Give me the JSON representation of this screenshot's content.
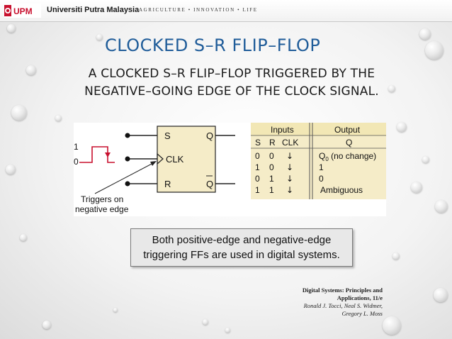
{
  "header": {
    "logo_text": "UPM",
    "university": "Universiti Putra Malaysia",
    "tagline": "AGRICULTURE • INNOVATION • LIFE"
  },
  "slide": {
    "title": "CLOCKED S–R FLIP–FLOP",
    "subtitle_line1": "A CLOCKED S–R FLIP–FLOP TRIGGERED BY THE",
    "subtitle_line2": "NEGATIVE–GOING EDGE OF THE CLOCK SIGNAL."
  },
  "figure": {
    "ff_labels": {
      "s": "S",
      "q": "Q",
      "clk": "CLK",
      "r": "R",
      "qbar": "Q"
    },
    "clock_labels": {
      "high": "1",
      "low": "0"
    },
    "trigger_note_line1": "Triggers on",
    "trigger_note_line2": "negative edge",
    "table": {
      "inputs_header": "Inputs",
      "output_header": "Output",
      "col_s": "S",
      "col_r": "R",
      "col_clk": "CLK",
      "col_q": "Q",
      "rows": [
        {
          "s": "0",
          "r": "0",
          "clk": "↓",
          "q_main": "Q",
          "q_sub": "0",
          "q_rest": " (no change)"
        },
        {
          "s": "1",
          "r": "0",
          "clk": "↓",
          "q_main": "1",
          "q_sub": "",
          "q_rest": ""
        },
        {
          "s": "0",
          "r": "1",
          "clk": "↓",
          "q_main": "0",
          "q_sub": "",
          "q_rest": ""
        },
        {
          "s": "1",
          "r": "1",
          "clk": "↓",
          "q_main": "Ambiguous",
          "q_sub": "",
          "q_rest": ""
        }
      ]
    },
    "colors": {
      "table_bg": "#f5ecc8",
      "header_bg": "#f2e7b5",
      "divider": "#555555"
    }
  },
  "callout": {
    "line1": "Both positive-edge and negative-edge",
    "line2": "triggering FFs are used in digital systems."
  },
  "citation": {
    "line1": "Digital Systems: Principles and",
    "line2": "Applications, 11/e",
    "line3": "Ronald J. Tocci, Neal S. Widmer,",
    "line4": "Gregory L. Moss"
  },
  "colors": {
    "title": "#1f5c99",
    "logo_red": "#c8102e"
  }
}
